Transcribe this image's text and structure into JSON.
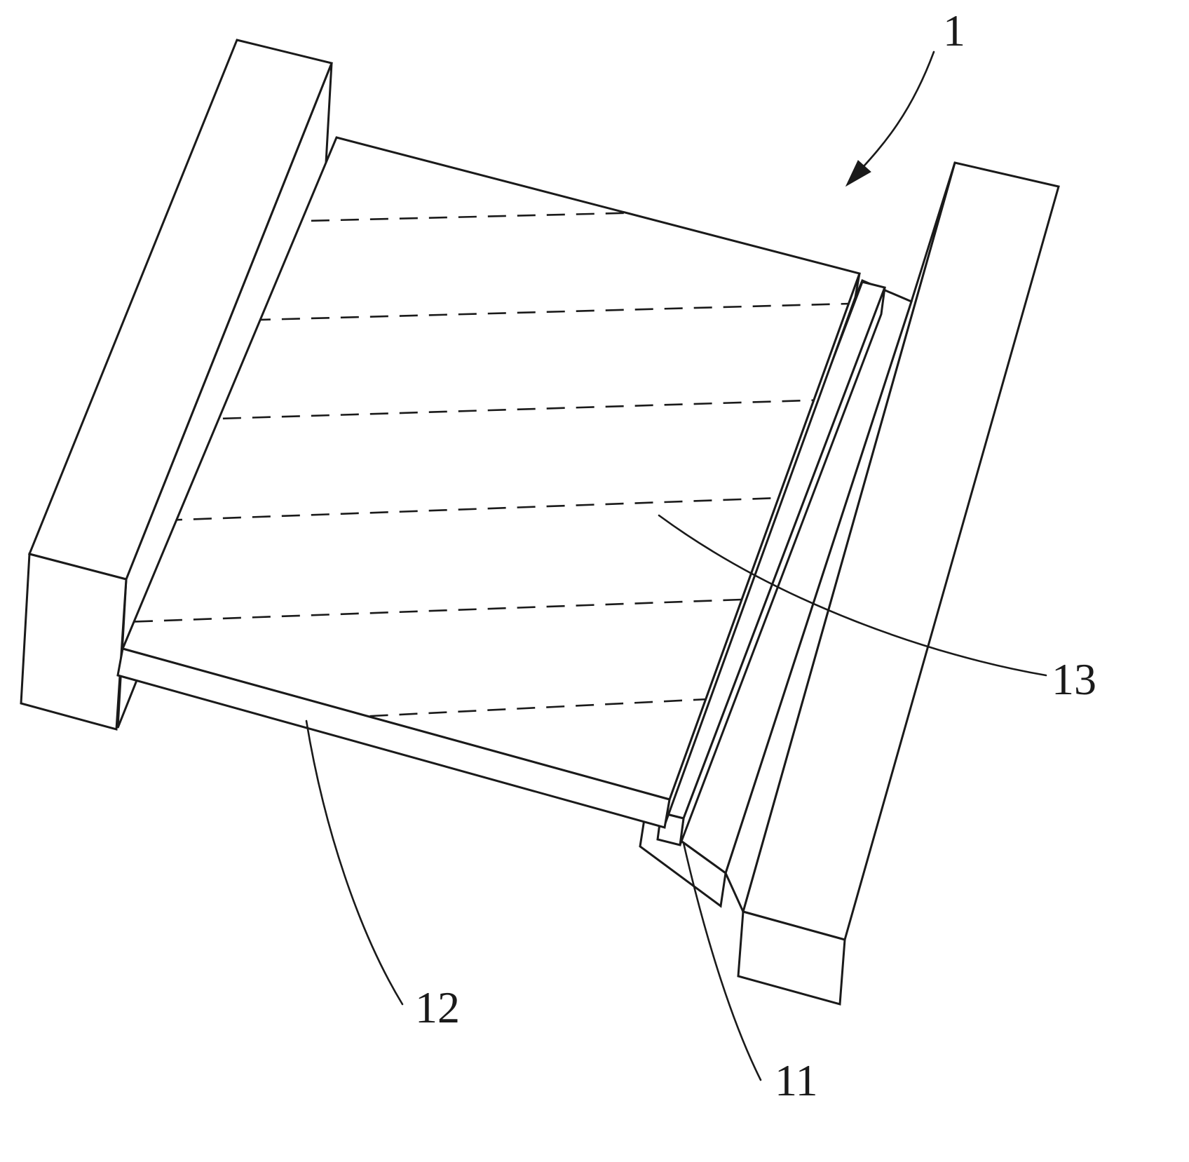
{
  "figure": {
    "background_color": "#ffffff",
    "line_color": "#1a1a1a",
    "reference_labels": {
      "assembly": "1",
      "right_rail": "11",
      "plate": "12",
      "strip": "13"
    }
  }
}
